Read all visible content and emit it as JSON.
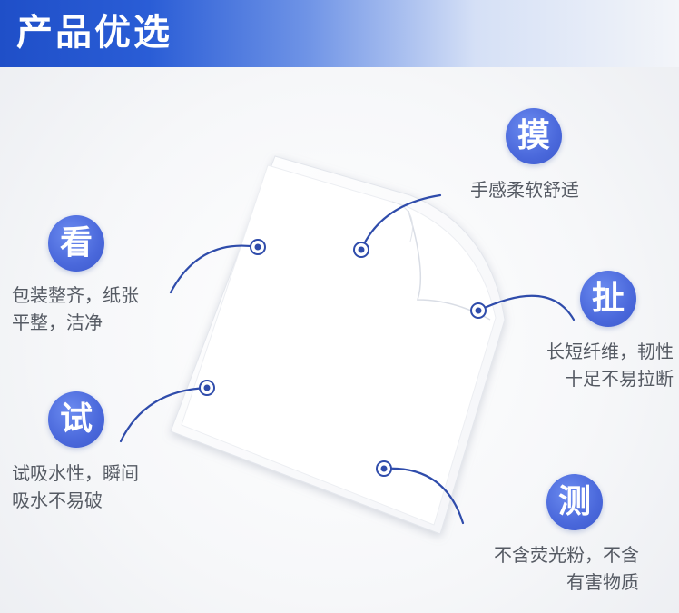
{
  "header": {
    "title": "产品优选"
  },
  "features": [
    {
      "id": "touch",
      "icon_char": "摸",
      "lines": [
        "手感柔软舒适"
      ]
    },
    {
      "id": "look",
      "icon_char": "看",
      "lines": [
        "包装整齐，纸张",
        "平整，洁净"
      ]
    },
    {
      "id": "pull",
      "icon_char": "扯",
      "lines": [
        "长短纤维，韧性",
        "十足不易拉断"
      ]
    },
    {
      "id": "test",
      "icon_char": "试",
      "lines": [
        "试吸水性，瞬间",
        "吸水不易破"
      ]
    },
    {
      "id": "measure",
      "icon_char": "测",
      "lines": [
        "不含荧光粉，不含",
        "有害物质"
      ]
    }
  ],
  "colors": {
    "accent": "#3c59cc",
    "line": "#2f4cab",
    "text": "#555a63"
  }
}
